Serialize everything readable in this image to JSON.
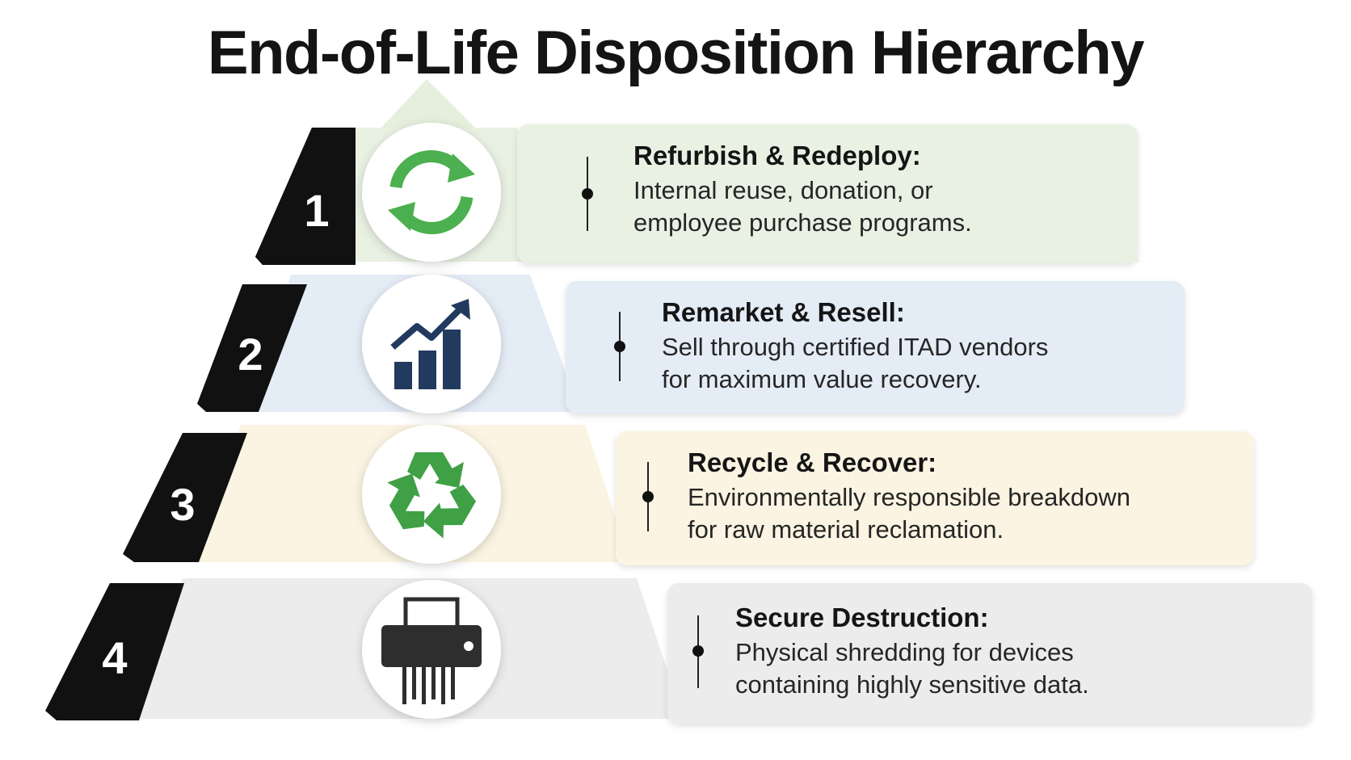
{
  "title": "End-of-Life Disposition Hierarchy",
  "tiers": [
    {
      "number": "1",
      "heading": "Refurbish & Redeploy:",
      "description_lines": [
        "Internal reuse, donation, or",
        "employee purchase programs."
      ],
      "icon": "refresh-cycle-icon",
      "colors": {
        "band": "#e9f1e3",
        "icon": "#4caf50"
      }
    },
    {
      "number": "2",
      "heading": "Remarket & Resell:",
      "description_lines": [
        "Sell through certified ITAD vendors",
        "for maximum value recovery."
      ],
      "icon": "growth-chart-icon",
      "colors": {
        "band": "#e4ecf6",
        "icon": "#223a5e"
      }
    },
    {
      "number": "3",
      "heading": "Recycle & Recover:",
      "description_lines": [
        "Environmentally responsible breakdown",
        "for raw material reclamation."
      ],
      "icon": "recycle-icon",
      "colors": {
        "band": "#fbf4e2",
        "icon": "#3fa046"
      }
    },
    {
      "number": "4",
      "heading": "Secure Destruction:",
      "description_lines": [
        "Physical shredding for devices",
        "containing highly sensitive data."
      ],
      "icon": "shredder-icon",
      "colors": {
        "band": "#ececec",
        "icon": "#2e2e2e"
      }
    }
  ]
}
